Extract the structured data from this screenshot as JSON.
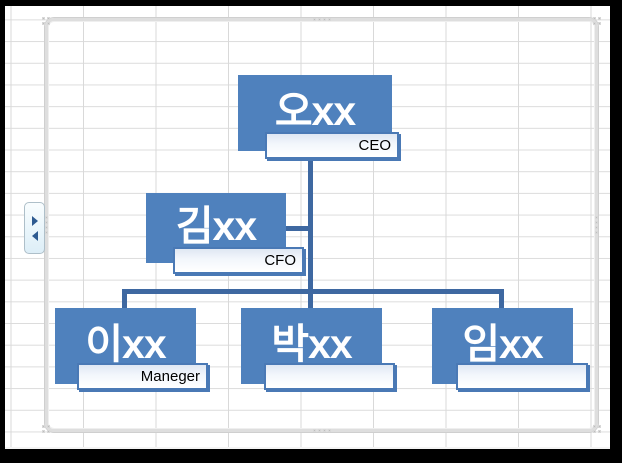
{
  "app": {
    "context": "excel-worksheet-smartart-hierarchy",
    "selection": "smartart-canvas-selected"
  },
  "colors": {
    "node_fill": "#4f81bd",
    "node_text": "#ffffff",
    "connector": "#3e68a1",
    "title_border": "#4a79b5",
    "title_fill_top": "#dfe7f3",
    "grid_line": "#d9d9d9",
    "frame_border": "#dedede",
    "toggle_fill": "#e9f5fb",
    "window_border": "#000000"
  },
  "org_chart": {
    "type": "hierarchy",
    "nodes": [
      {
        "id": "ceo",
        "name": "오xx",
        "title": "CEO",
        "level": 1,
        "reports_to": null
      },
      {
        "id": "cfo",
        "name": "김xx",
        "title": "CFO",
        "level": 2,
        "reports_to": "ceo",
        "role": "assistant"
      },
      {
        "id": "m1",
        "name": "이xx",
        "title": "Maneger",
        "level": 3,
        "reports_to": "ceo"
      },
      {
        "id": "m2",
        "name": "박xx",
        "title": "",
        "level": 3,
        "reports_to": "ceo"
      },
      {
        "id": "m3",
        "name": "임xx",
        "title": "",
        "level": 3,
        "reports_to": "ceo"
      }
    ]
  },
  "icons": {
    "text_pane_expand": "right-triangle",
    "text_pane_collapse": "left-triangle"
  }
}
